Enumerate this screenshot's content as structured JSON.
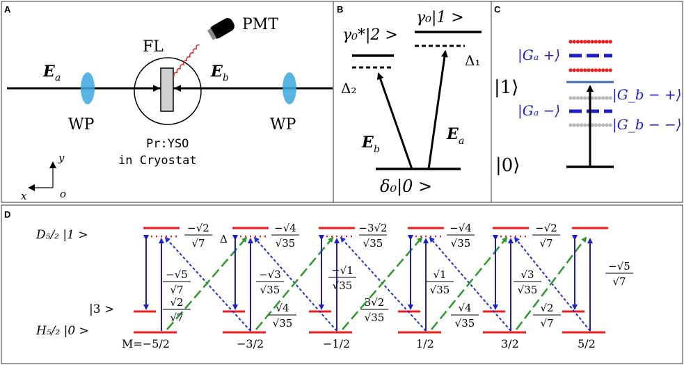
{
  "panels": {
    "a": {
      "letter": "A",
      "fl": "FL",
      "pmt": "PMT",
      "ea": "E",
      "ea_sub": "a",
      "eb": "E",
      "eb_sub": "b",
      "wp_left": "WP",
      "wp_right": "WP",
      "sample_line1": "Pr:YSO",
      "sample_line2": "in Cryostat",
      "axis_y": "y",
      "axis_x": "x",
      "axis_o": "o"
    },
    "b": {
      "letter": "B",
      "level2": "γ₀*|2 >",
      "level1": "γ₀|1 >",
      "delta1": "Δ₁",
      "delta2": "Δ₂",
      "eb": "E",
      "eb_sub": "b",
      "ea": "E",
      "ea_sub": "a",
      "ground": "δ₀|0 >"
    },
    "c": {
      "letter": "C",
      "ket1": "|1⟩",
      "ket0": "|0⟩",
      "ga_plus": "|Gₐ +⟩",
      "ga_minus": "|Gₐ −⟩",
      "gb_plus": "|G_b − +⟩",
      "gb_minus": "|G_b − −⟩"
    },
    "d": {
      "letter": "D",
      "upper_label": "D₅/₂  |1 >",
      "mid_label": "|3 >",
      "lower_label": "H₅/₂  |0 >",
      "delta": "Δ",
      "m_labels": [
        "M=−5/2",
        "−3/2",
        "−1/2",
        "1/2",
        "3/2",
        "5/2"
      ],
      "upper_coeffs": [
        {
          "num": "−√2",
          "den": "√7"
        },
        {
          "num": "−√4",
          "den": "√35"
        },
        {
          "num": "−3√2",
          "den": "√35"
        },
        {
          "num": "−√4",
          "den": "√35"
        },
        {
          "num": "−√2",
          "den": "√7"
        }
      ],
      "middle_coeffs": [
        {
          "num": "−√5",
          "den": "√7"
        },
        {
          "num": "−√3",
          "den": "√35"
        },
        {
          "num": "−√1",
          "den": "√35"
        },
        {
          "num": "√1",
          "den": "√35"
        },
        {
          "num": "√3",
          "den": "√35"
        },
        {
          "num": "−√5",
          "den": "√7"
        }
      ],
      "lower_coeffs": [
        {
          "num": "√2",
          "den": "√7"
        },
        {
          "num": "√4",
          "den": "√35"
        },
        {
          "num": "3√2",
          "den": "√35"
        },
        {
          "num": "√4",
          "den": "√35"
        },
        {
          "num": "√2",
          "den": "√7"
        }
      ]
    }
  },
  "colors": {
    "red": "#ee1c1c",
    "blue": "#1c1cc8",
    "green": "#2a9a2a",
    "dashed_blue": "#1f2fd8",
    "wavy": "#e02020",
    "waveplate": "#3aa7e0",
    "gray": "#b8b8b8",
    "steel": "#3a6ea5"
  }
}
